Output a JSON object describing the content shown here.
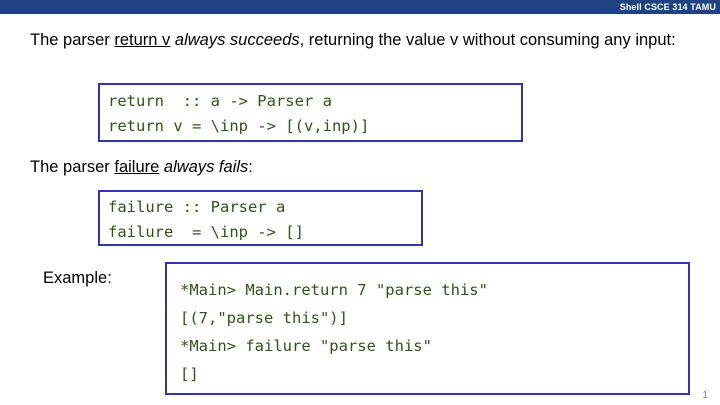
{
  "header": {
    "title": "Shell CSCE 314 TAMU",
    "bar_color": "#1f4380",
    "text_color": "#ffffff"
  },
  "colors": {
    "code_text": "#2d5519",
    "code_border": "#3333aa",
    "body_text": "#000000",
    "page_number": "#808080"
  },
  "content": {
    "para_return": {
      "prefix": "The parser ",
      "underlined": "return v",
      "italic": " always succeeds",
      "suffix": ", returning the value v without consuming any input:"
    },
    "para_failure": {
      "prefix": "The parser ",
      "underlined": "failure",
      "italic": " always fails",
      "suffix": ":"
    },
    "example_label": "Example:"
  },
  "code_blocks": {
    "return_def": {
      "lines": [
        "return  :: a -> Parser a",
        "return v = \\inp -> [(v,inp)]"
      ]
    },
    "failure_def": {
      "lines": [
        "failure :: Parser a",
        "failure  = \\inp -> []"
      ]
    },
    "example_session": {
      "lines": [
        "*Main> Main.return 7 \"parse this\"",
        "[(7,\"parse this\")]",
        "*Main> failure \"parse this\"",
        "[]"
      ]
    }
  },
  "footer": {
    "page_number": "1"
  }
}
